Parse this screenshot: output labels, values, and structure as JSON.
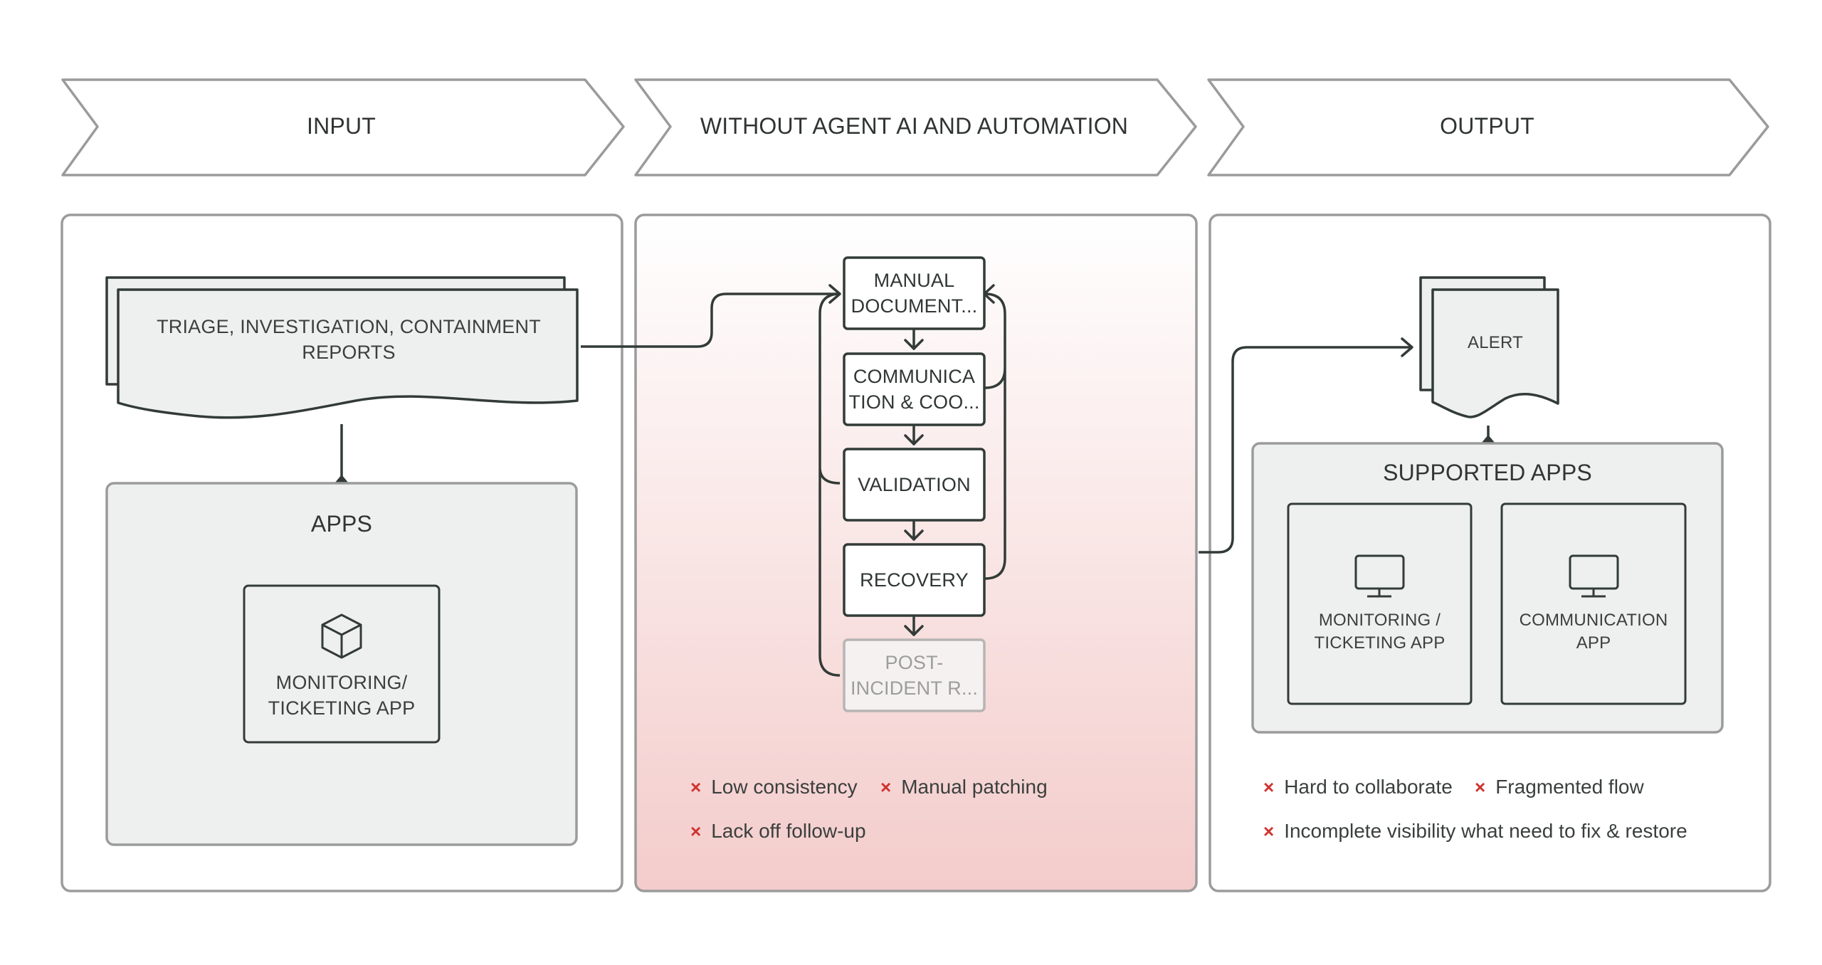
{
  "headers": {
    "input": "INPUT",
    "middle": "WITHOUT AGENT AI AND AUTOMATION",
    "output": "OUTPUT"
  },
  "input_panel": {
    "document_label": "TRIAGE, INVESTIGATION, CONTAINMENT REPORTS",
    "apps_title": "APPS",
    "app_label": "MONITORING/ TICKETING APP",
    "app_icon": "cube-icon"
  },
  "middle_panel": {
    "steps": [
      "MANUAL DOCUMENT...",
      "COMMUNICA TION & COO...",
      "VALIDATION",
      "RECOVERY",
      "POST- INCIDENT R..."
    ],
    "issues": [
      "Low consistency",
      "Manual patching",
      "Lack off follow-up"
    ],
    "gradient": {
      "top": "#ffffff",
      "bottom": "#f3cccb"
    }
  },
  "output_panel": {
    "alert_label": "ALERT",
    "supported_title": "SUPPORTED APPS",
    "apps": [
      "MONITORING / TICKETING APP",
      "COMMUNICATION APP"
    ],
    "app_icon": "monitor-icon",
    "issues": [
      "Hard to collaborate",
      "Fragmented flow",
      "Incomplete visibility what need to fix & restore"
    ]
  },
  "issue_marker": "×",
  "colors": {
    "stroke_dark": "#323b37",
    "stroke_gray": "#9b9b9b",
    "fill_gray": "#eef0ef",
    "issue_x": "#d0332f"
  }
}
